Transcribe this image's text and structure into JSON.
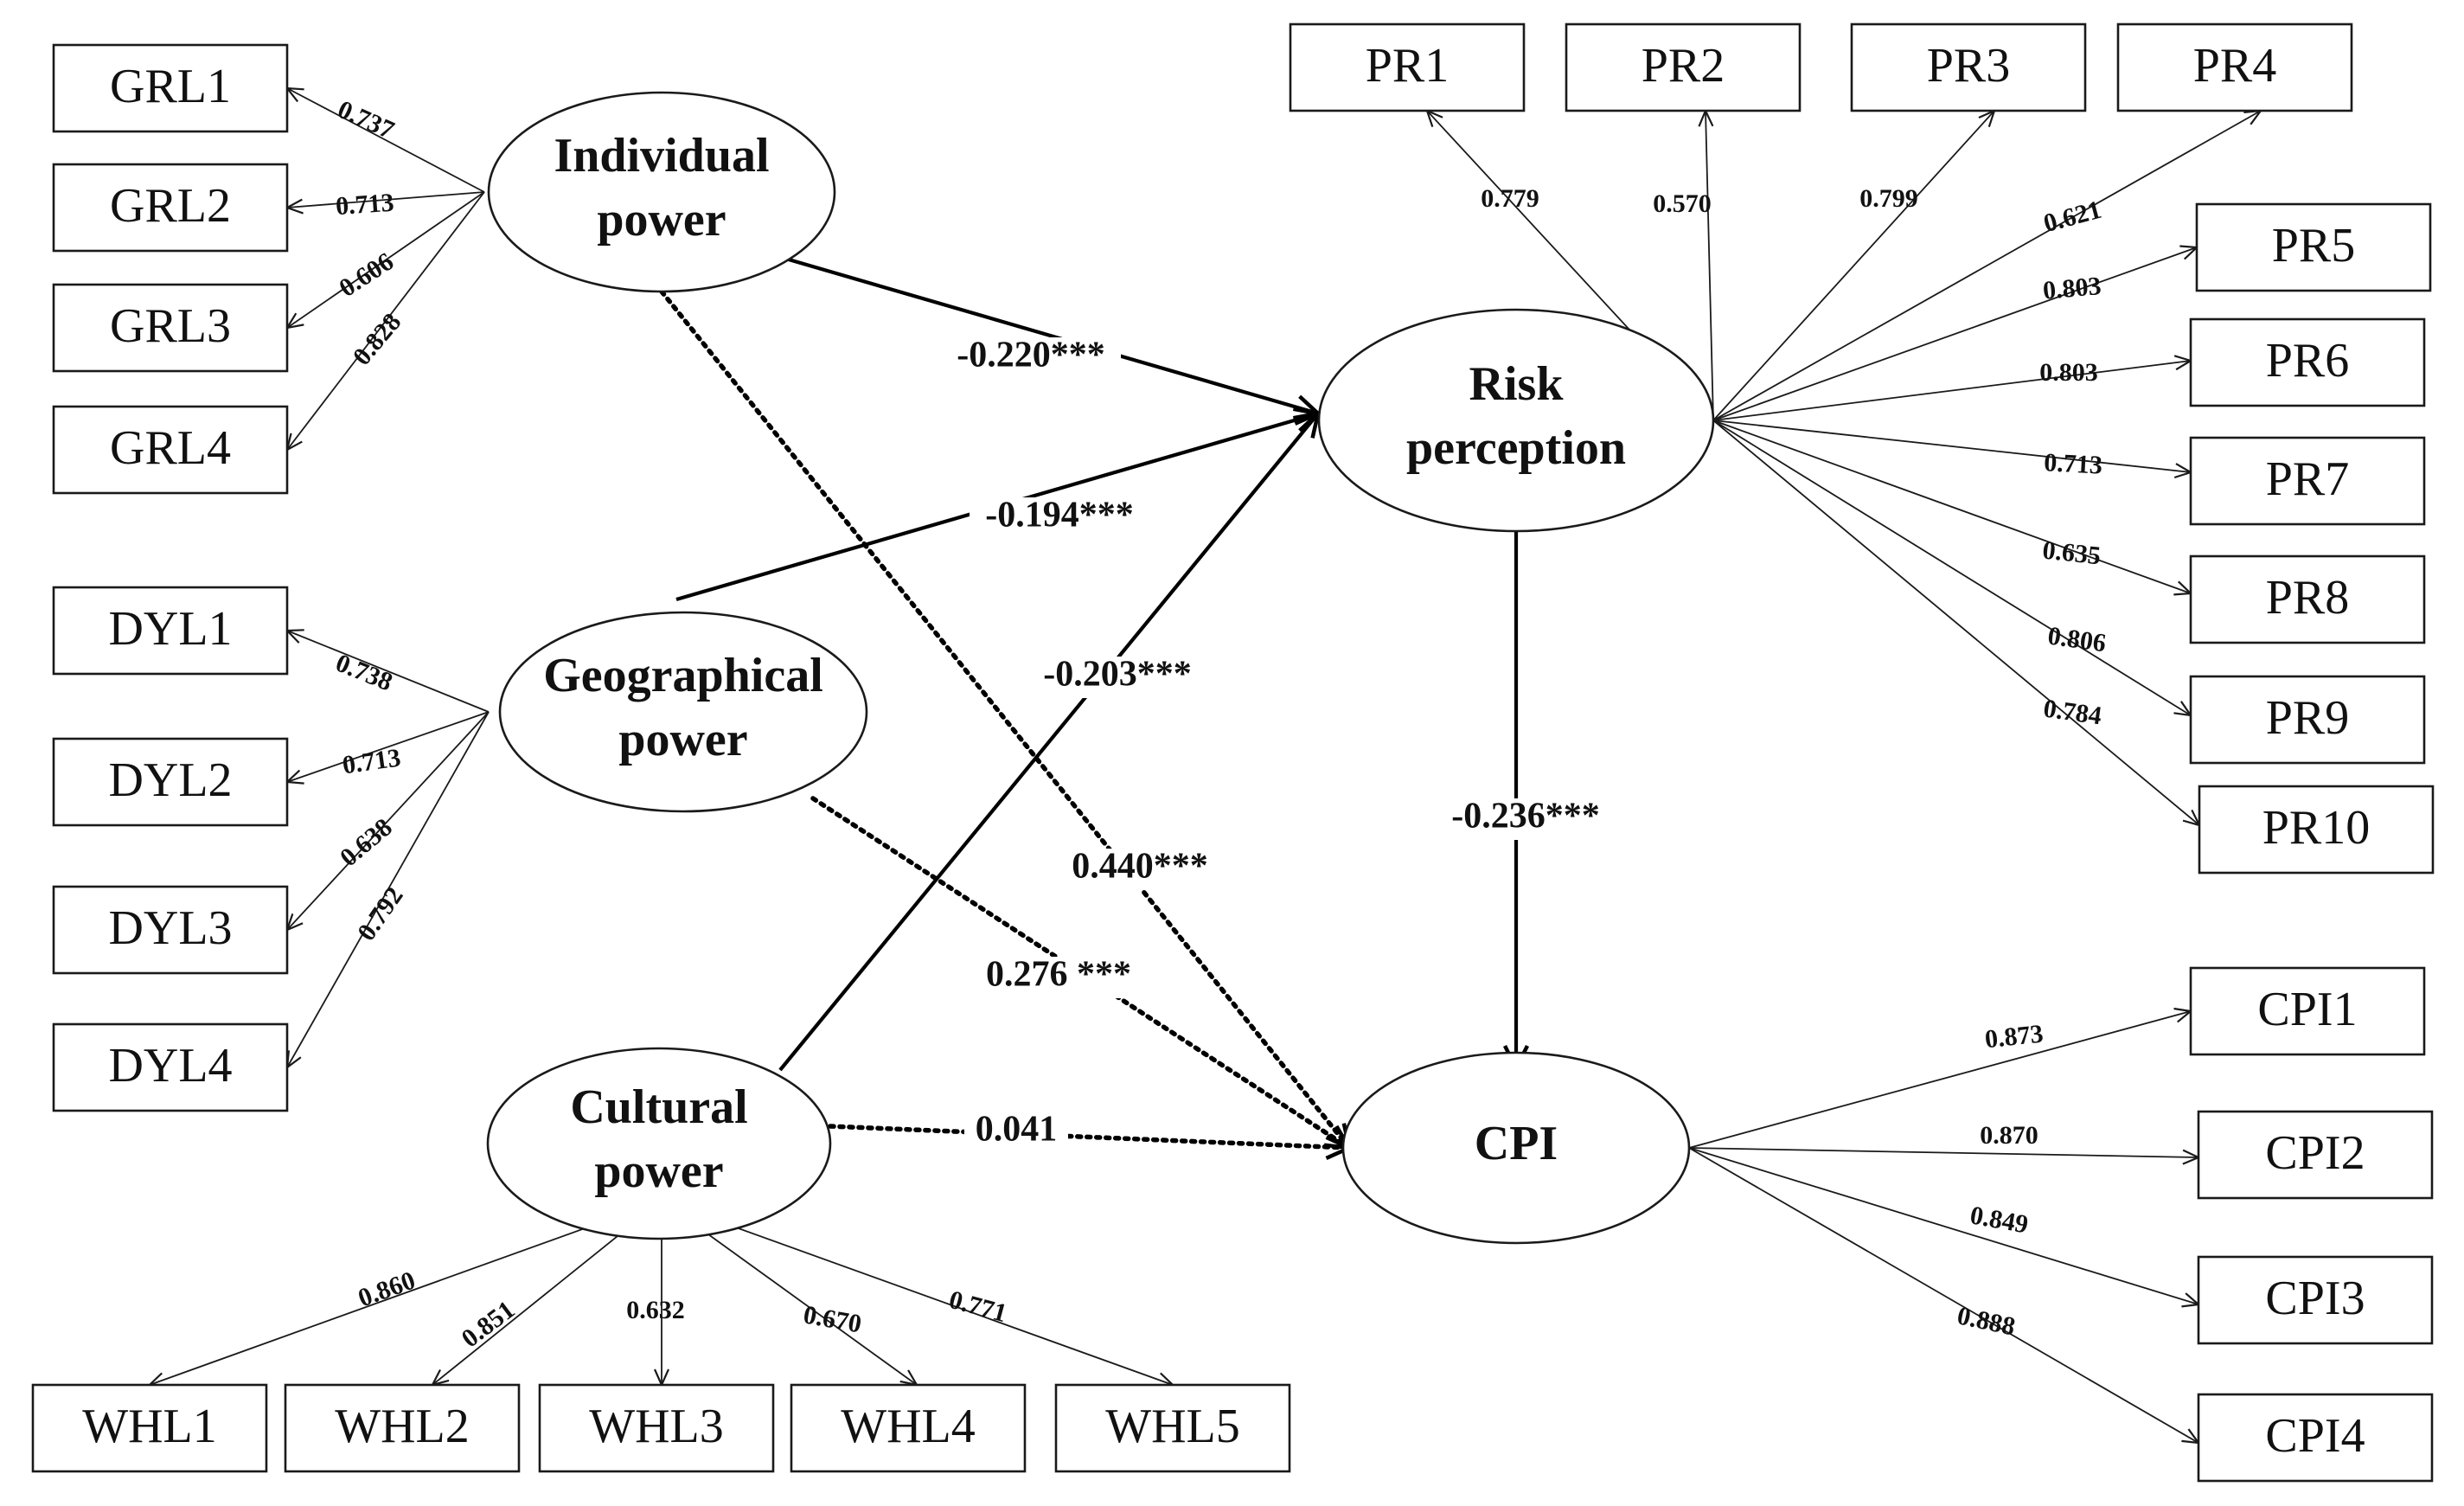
{
  "latents": {
    "individual": {
      "lines": [
        "Individual",
        "power"
      ]
    },
    "geographical": {
      "lines": [
        "Geographical",
        "power"
      ]
    },
    "cultural": {
      "lines": [
        "Cultural",
        "power"
      ]
    },
    "risk": {
      "lines": [
        "Risk",
        "perception"
      ]
    },
    "cpi": {
      "lines": [
        "CPI"
      ]
    }
  },
  "indicators": {
    "GRL1": "GRL1",
    "GRL2": "GRL2",
    "GRL3": "GRL3",
    "GRL4": "GRL4",
    "DYL1": "DYL1",
    "DYL2": "DYL2",
    "DYL3": "DYL3",
    "DYL4": "DYL4",
    "WHL1": "WHL1",
    "WHL2": "WHL2",
    "WHL3": "WHL3",
    "WHL4": "WHL4",
    "WHL5": "WHL5",
    "PR1": "PR1",
    "PR2": "PR2",
    "PR3": "PR3",
    "PR4": "PR4",
    "PR5": "PR5",
    "PR6": "PR6",
    "PR7": "PR7",
    "PR8": "PR8",
    "PR9": "PR9",
    "PR10": "PR10",
    "CPI1": "CPI1",
    "CPI2": "CPI2",
    "CPI3": "CPI3",
    "CPI4": "CPI4"
  },
  "loadings": {
    "GRL1": "0.737",
    "GRL2": "0.713",
    "GRL3": "0.606",
    "GRL4": "0.828",
    "DYL1": "0.738",
    "DYL2": "0.713",
    "DYL3": "0.638",
    "DYL4": "0.792",
    "WHL1": "0.860",
    "WHL2": "0.851",
    "WHL3": "0.632",
    "WHL4": "0.670",
    "WHL5": "0.771",
    "PR1": "0.779",
    "PR2": "0.570",
    "PR3": "0.799",
    "PR4": "0.621",
    "PR5": "0.803",
    "PR6": "0.803",
    "PR7": "0.713",
    "PR8": "0.635",
    "PR9": "0.806",
    "PR10": "0.784",
    "CPI1": "0.873",
    "CPI2": "0.870",
    "CPI3": "0.849",
    "CPI4": "0.888"
  },
  "paths": {
    "individual_risk": {
      "coef": "-0.220***",
      "significant": true
    },
    "geographical_risk": {
      "coef": "-0.194***",
      "significant": true
    },
    "cultural_risk": {
      "coef": "-0.203***",
      "significant": true
    },
    "risk_cpi": {
      "coef": "-0.236***",
      "significant": true
    },
    "individual_cpi": {
      "coef": "0.440***",
      "significant": false
    },
    "geographical_cpi": {
      "coef": "0.276 ***",
      "significant": false
    },
    "cultural_cpi": {
      "coef": "0.041",
      "significant": false
    }
  }
}
